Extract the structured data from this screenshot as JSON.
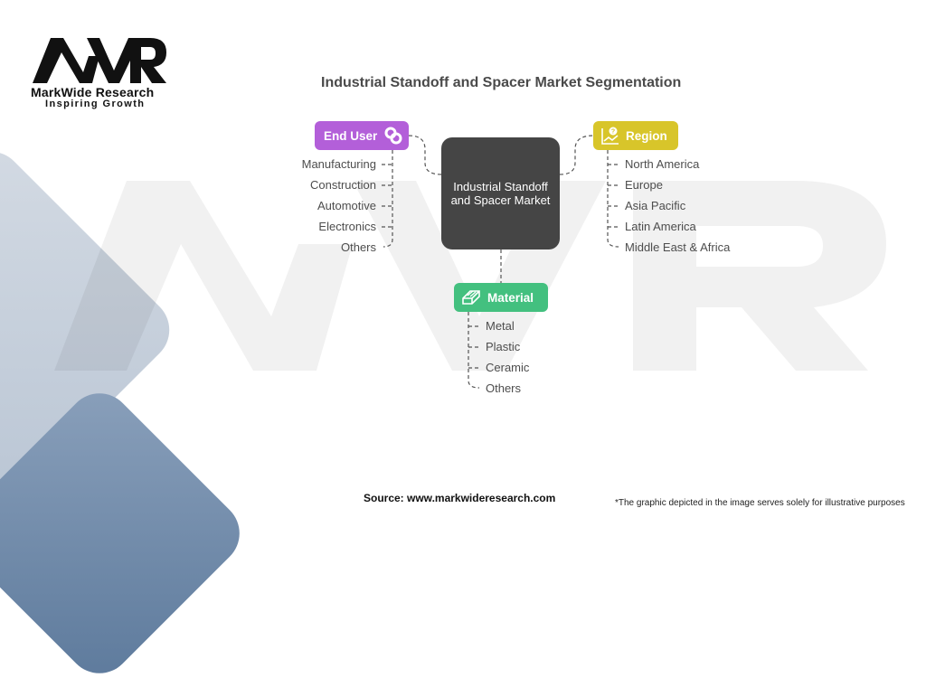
{
  "logo": {
    "brand_name": "MarkWide Research",
    "tagline": "Inspiring Growth",
    "mark": "MWR"
  },
  "title": "Industrial Standoff and Spacer Market Segmentation",
  "center": {
    "label": "Industrial Standoff and Spacer Market",
    "color": "#454545"
  },
  "segments": {
    "end_user": {
      "label": "End User",
      "icon": "link-rings-icon",
      "color": "#b35fd9",
      "items": [
        "Manufacturing",
        "Construction",
        "Automotive",
        "Electronics",
        "Others"
      ]
    },
    "region": {
      "label": "Region",
      "icon": "chart-question-icon",
      "color": "#d8c52a",
      "items": [
        "North America",
        "Europe",
        "Asia Pacific",
        "Latin America",
        "Middle East & Africa"
      ]
    },
    "material": {
      "label": "Material",
      "icon": "eraser-block-icon",
      "color": "#43c07f",
      "items": [
        "Metal",
        "Plastic",
        "Ceramic",
        "Others"
      ]
    }
  },
  "footer": {
    "source": "Source: www.markwideresearch.com",
    "note": "*The graphic depicted in the image serves solely for illustrative purposes"
  }
}
